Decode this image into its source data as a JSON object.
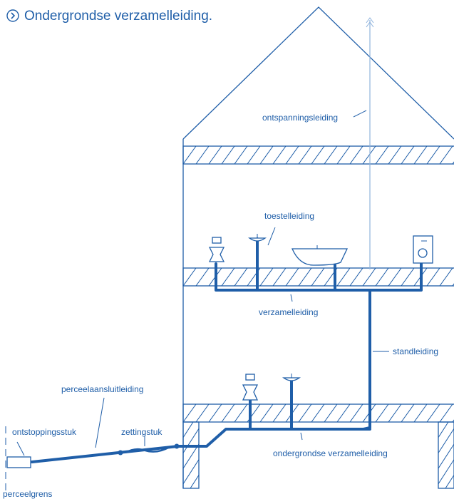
{
  "title": "Ondergrondse verzamelleiding.",
  "labels": {
    "ontspanningsleiding": "ontspanningsleiding",
    "toestelleiding": "toestelleiding",
    "verzamelleiding": "verzamelleiding",
    "standleiding": "standleiding",
    "perceelaansluitleiding": "perceelaansluitleiding",
    "ontstoppingsstuk": "ontstoppingsstuk",
    "zettingstuk": "zettingstuk",
    "ondergrondse_verzamelleiding": "ondergrondse verzamelleiding",
    "perceelgrens": "perceelgrens"
  },
  "colors": {
    "line": "#1f5ea8",
    "background": "#ffffff"
  },
  "icons": [
    "chevron-right-circle-icon"
  ]
}
